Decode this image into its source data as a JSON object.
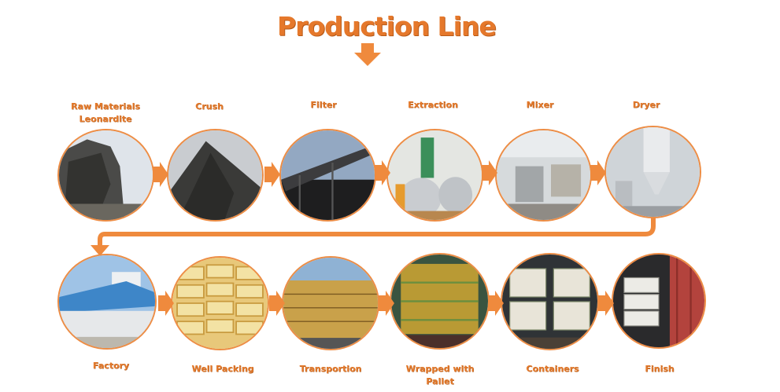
{
  "title": "Production Line",
  "row1": [
    {
      "label": "Raw Materials\nLeonardite",
      "icon": "raw-materials-rock-photo"
    },
    {
      "label": "Crush",
      "icon": "crushed-pile-photo"
    },
    {
      "label": "Filter",
      "icon": "conveyor-belt-photo"
    },
    {
      "label": "Extraction",
      "icon": "extraction-tanks-photo"
    },
    {
      "label": "Mixer",
      "icon": "mixer-machine-photo"
    },
    {
      "label": "Dryer",
      "icon": "dryer-tower-photo"
    }
  ],
  "row2": [
    {
      "label": "Factory",
      "icon": "factory-building-photo"
    },
    {
      "label": "Well Packing",
      "icon": "stacked-bags-photo"
    },
    {
      "label": "Transportion",
      "icon": "truck-loaded-bags-photo"
    },
    {
      "label": "Wrapped with Pallet",
      "icon": "wrapped-pallet-photo"
    },
    {
      "label": "Containers",
      "icon": "container-bags-photo"
    },
    {
      "label": "Finish",
      "icon": "shipping-container-photo"
    }
  ],
  "colors": {
    "accent": "#ed8d45",
    "label": "#e47a2c"
  }
}
